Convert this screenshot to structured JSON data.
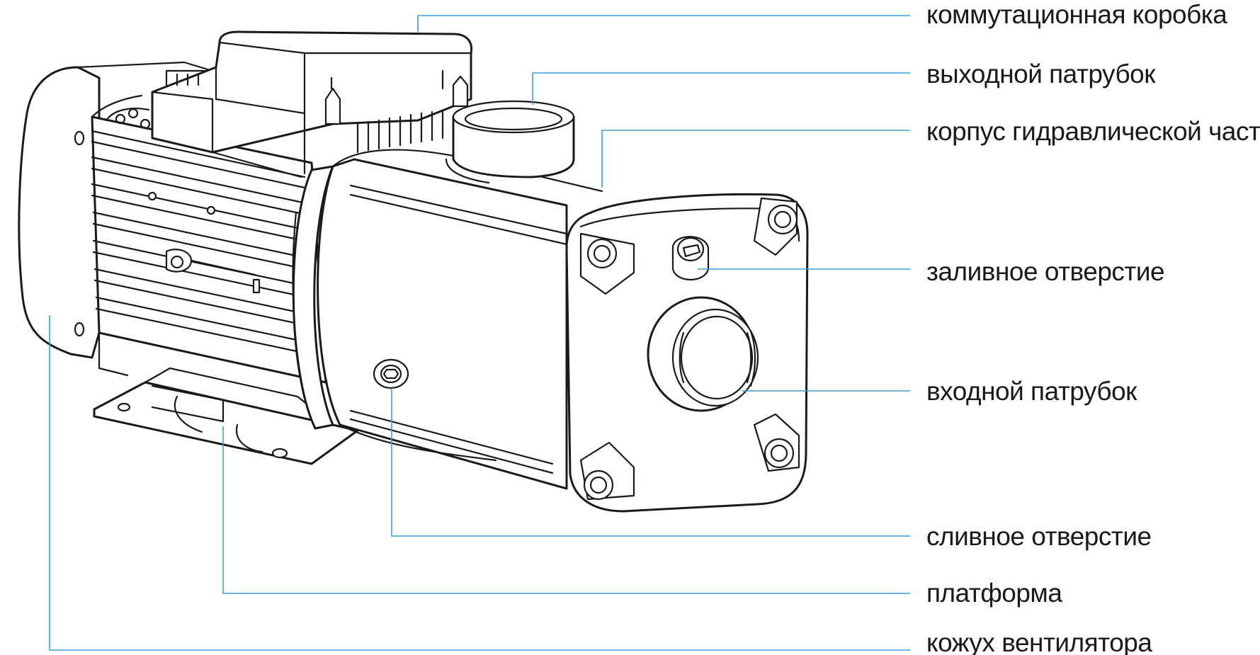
{
  "diagram": {
    "colors": {
      "leader": "#3aa0d8",
      "ink": "#1a1a1a",
      "background": "#ffffff"
    },
    "labels": [
      {
        "id": "terminal-box",
        "text": "коммутационная коробка"
      },
      {
        "id": "outlet",
        "text": "выходной патрубок"
      },
      {
        "id": "hydraulic-housing",
        "text": "корпус гидравлической части"
      },
      {
        "id": "filling-hole",
        "text": "заливное отверстие"
      },
      {
        "id": "inlet",
        "text": "входной патрубок"
      },
      {
        "id": "drain-hole",
        "text": "сливное отверстие"
      },
      {
        "id": "platform",
        "text": "платформа"
      },
      {
        "id": "fan-cover",
        "text": "кожух вентилятора"
      }
    ]
  }
}
